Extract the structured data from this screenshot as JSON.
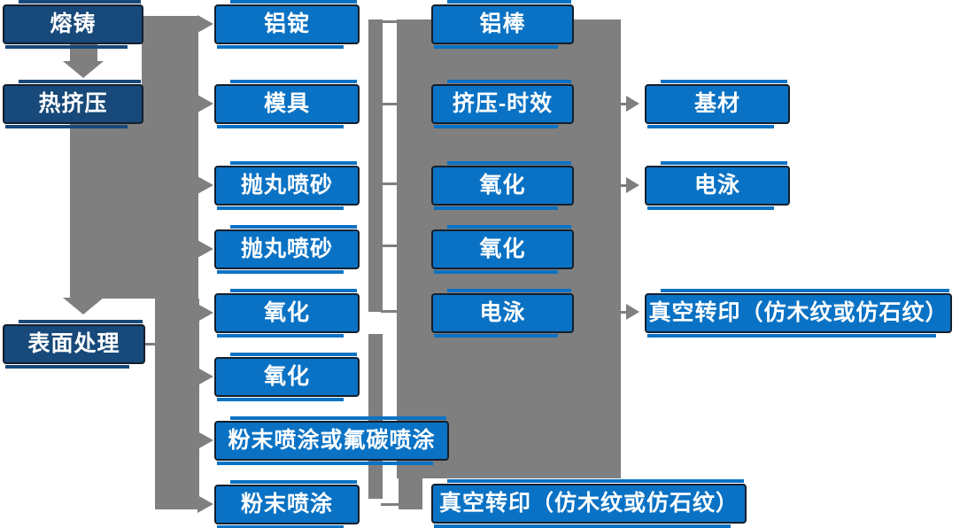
{
  "diagram": {
    "description": "Aluminum profile production process flowchart",
    "colors": {
      "background": "#ffffff",
      "node_fill": "#0a72c4",
      "stage_fill": "#17497a",
      "connector": "#7f7f7f",
      "text": "#ffffff"
    },
    "col1": [
      {
        "label": "熔铸"
      },
      {
        "label": "热挤压"
      },
      {
        "label": "表面处理"
      }
    ],
    "col2": [
      {
        "label": "铝锭"
      },
      {
        "label": "模具"
      },
      {
        "label": "抛丸喷砂"
      },
      {
        "label": "抛丸喷砂"
      },
      {
        "label": "氧化"
      },
      {
        "label": "氧化"
      },
      {
        "label": "粉末喷涂或氟碳喷涂"
      },
      {
        "label": "粉末喷涂"
      }
    ],
    "col3": [
      {
        "label": "铝棒"
      },
      {
        "label": "挤压-时效"
      },
      {
        "label": "氧化"
      },
      {
        "label": "氧化"
      },
      {
        "label": "电泳"
      },
      {
        "label": "真空转印（仿木纹或仿石纹）"
      }
    ],
    "col4": [
      {
        "label": "基材"
      },
      {
        "label": "电泳"
      },
      {
        "label": "真空转印（仿木纹或仿石纹）"
      }
    ]
  }
}
